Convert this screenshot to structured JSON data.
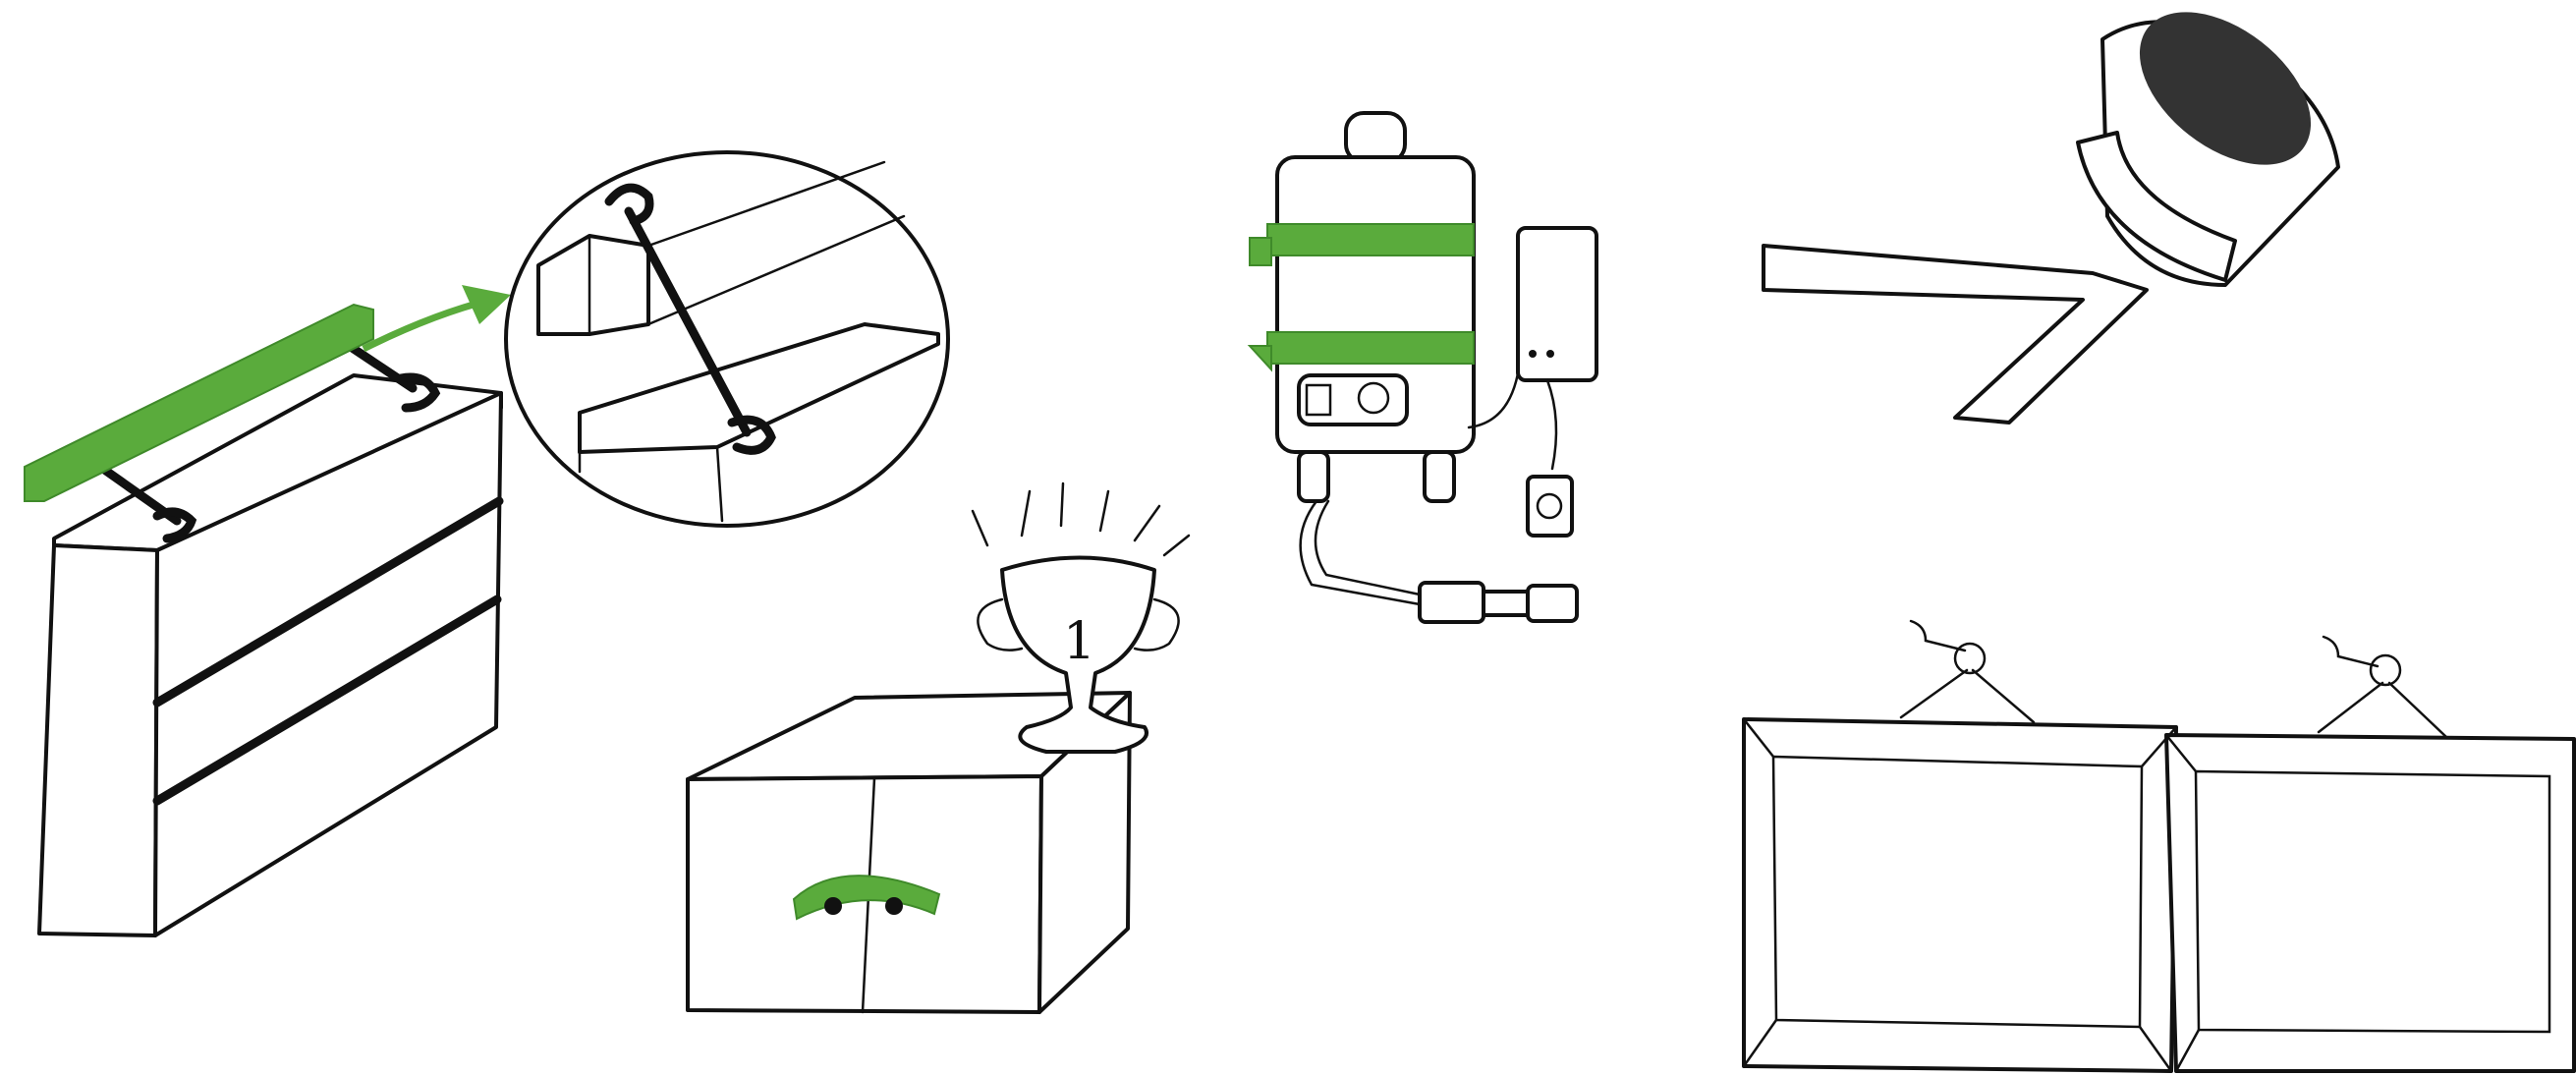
{
  "illustration": {
    "accent_color": "#5aab3c",
    "ink_color": "#111111",
    "background_color": "#ffffff",
    "panels": [
      {
        "id": "dresser-anchored",
        "icon": "dresser-wall-strap-icon"
      },
      {
        "id": "strap-zoom",
        "icon": "magnifier-detail-icon"
      },
      {
        "id": "cabinet-with-trophy",
        "icon": "cabinet-lock-icon"
      },
      {
        "id": "water-heater-strapped",
        "icon": "water-heater-icon"
      },
      {
        "id": "shelf-with-pot",
        "icon": "wall-shelf-pot-icon"
      },
      {
        "id": "hanging-frames",
        "icon": "picture-frame-hooks-icon"
      }
    ],
    "trophy_label": "1"
  }
}
